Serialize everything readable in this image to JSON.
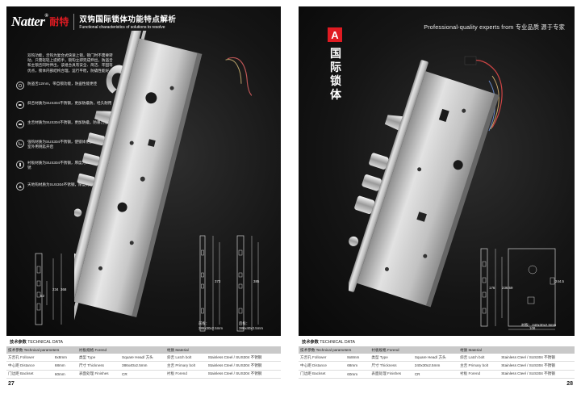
{
  "left_page": {
    "brand": {
      "logo": "Natter",
      "trademark": "®",
      "cn": "耐特"
    },
    "header": {
      "title_cn": "双钩国际锁体功能特点解析",
      "title_en": "Functional characteristics of solutions to resolve"
    },
    "intro": "双钩功能，舌钩为复合式快速上锁，锁门时不需要转动，只需轻轻上提把手，锁钩立即完成伸出，防盗舌和主锁舌同时伸出，该组合具有安全、简洁、牢固等优点，锁体内部结构合理，运行平稳，防撬性能好。",
    "features": [
      {
        "icon": "ring-icon",
        "text": "防盗舌12mm，带自锁功能，防盗性能更佳"
      },
      {
        "icon": "latch-icon",
        "text": "斜舌材质为SUS304不锈钢，更加防撬防，经久耐用"
      },
      {
        "icon": "bolt-icon",
        "text": "主舌材质为SUS304不锈钢，更加防撬，防暴力撞击"
      },
      {
        "icon": "hook-icon",
        "text": "强钩材质为SUS304不锈钢，使锁体更加稳固安全，室外用钥匙开启"
      },
      {
        "icon": "plate-icon",
        "text": "衬板材质为SUS304不锈钢，厚度为3.0mm，永不生锈"
      },
      {
        "icon": "cover-icon",
        "text": "天地钩材质为SUS304不锈钢，厚度为2.5mm"
      }
    ],
    "dimensions": {
      "d1": "234",
      "d2": "368",
      "d3": "52",
      "d4": "373",
      "d5": "385"
    },
    "spec_captions": [
      {
        "label": "前板：",
        "value": "386x30x2.5mm"
      },
      {
        "label": "后板：",
        "value": "386x40x2.5mm"
      }
    ],
    "tech": {
      "title_cn": "技术参数",
      "title_en": "TECHNICAL DATA",
      "headers": [
        "技术参数 Technical parameters",
        "衬板规格 Forend",
        "材质 Material"
      ],
      "rows": [
        [
          "方舌孔 Follower",
          "8x8mm",
          "类型 Type",
          "Square Head/ 方头",
          "斜舌 Latch bolt",
          "Stainless Cteel / SUS304 不锈钢"
        ],
        [
          "中心距 Distance",
          "68mm",
          "尺寸 Thickness",
          "386x40x2.5mm",
          "主舌 Primary bolt",
          "Stainless Cteel / SUS304 不锈钢"
        ],
        [
          "门边距 Backset",
          "60mm",
          "表面处理 Finishes",
          "CR",
          "衬板 Forend",
          "Stainless Cteel / SUS304 不锈钢"
        ]
      ]
    },
    "page_number": "27"
  },
  "right_page": {
    "header_en": "Professional-quality experts from",
    "header_cn": "专业品质  源于专家",
    "badge": "A",
    "vertical_title": [
      "国",
      "际",
      "锁",
      "体"
    ],
    "dimensions": {
      "d1": "176",
      "d2": "236.59",
      "d3": "244.5",
      "d4": "108"
    },
    "spec_caption": {
      "label": "衬板：",
      "value": "240x30x2.5mm"
    },
    "tech": {
      "title_cn": "技术参数",
      "title_en": "TECHNICAL DATA",
      "headers": [
        "技术参数 Technical parameters",
        "衬板规格 Forend",
        "材质 Material"
      ],
      "rows": [
        [
          "方舌孔 Follower",
          "8x8mm",
          "类型 Type",
          "Square Head/ 方头",
          "斜舌 Latch bolt",
          "Stainless Cteel / SUS304 不锈钢"
        ],
        [
          "中心距 Distance",
          "68mm",
          "尺寸 Thickness",
          "240x30x2.5mm",
          "主舌 Primary bolt",
          "Stainless Cteel / SUS304 不锈钢"
        ],
        [
          "门边距 Backset",
          "60mm",
          "表面处理 Finishes",
          "CR",
          "衬板 Forend",
          "Stainless Cteel / SUS304 不锈钢"
        ]
      ]
    },
    "page_number": "28"
  },
  "colors": {
    "brand_red": "#e01b22",
    "dark_bg": "#151515",
    "table_header": "#c9c9c9"
  }
}
